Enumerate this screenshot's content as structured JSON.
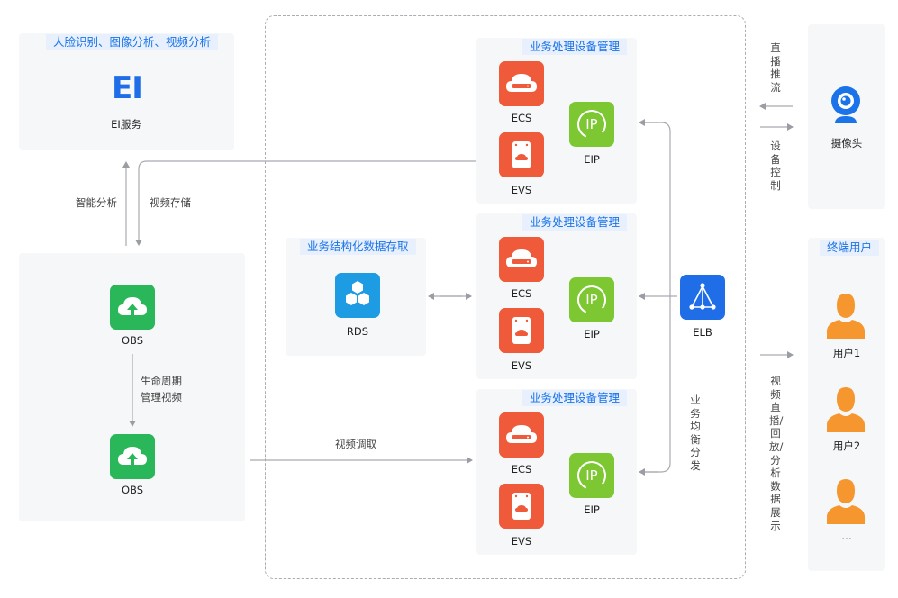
{
  "ei": {
    "tag": "人脸识别、图像分析、视频分析",
    "logo": "EI",
    "label": "EI服务"
  },
  "links": {
    "smart_analysis": "智能分析",
    "video_storage": "视频存储",
    "lifecycle_1": "生命周期",
    "lifecycle_2": "管理视频",
    "video_retrieve": "视频调取"
  },
  "obs": {
    "label_top": "OBS",
    "label_bottom": "OBS"
  },
  "rds": {
    "tag": "业务结构化数据存取",
    "label": "RDS"
  },
  "groups": [
    {
      "tag": "业务处理设备管理",
      "ecs": "ECS",
      "evs": "EVS",
      "eip": "EIP",
      "ip": "IP"
    },
    {
      "tag": "业务处理设备管理",
      "ecs": "ECS",
      "evs": "EVS",
      "eip": "EIP",
      "ip": "IP"
    },
    {
      "tag": "业务处理设备管理",
      "ecs": "ECS",
      "evs": "EVS",
      "eip": "EIP",
      "ip": "IP"
    }
  ],
  "elb": {
    "label": "ELB",
    "note": "业务均衡分发"
  },
  "camera": {
    "label": "摄像头",
    "push": "直播推流",
    "control": "设备控制"
  },
  "users": {
    "tag": "终端用户",
    "user1": "用户1",
    "user2": "用户2",
    "more": "…",
    "note": "视频直播/回放/分析数据展示"
  },
  "colors": {
    "ecs_evs": "#ef5a3a",
    "eip": "#7dc733",
    "obs": "#29b75a",
    "rds": "#1d9be3",
    "elb": "#1f6ee8",
    "user": "#f5962f",
    "camera": "#1a73e8",
    "tag_text": "#1a73e8",
    "tag_bg": "#e7f0fc"
  }
}
